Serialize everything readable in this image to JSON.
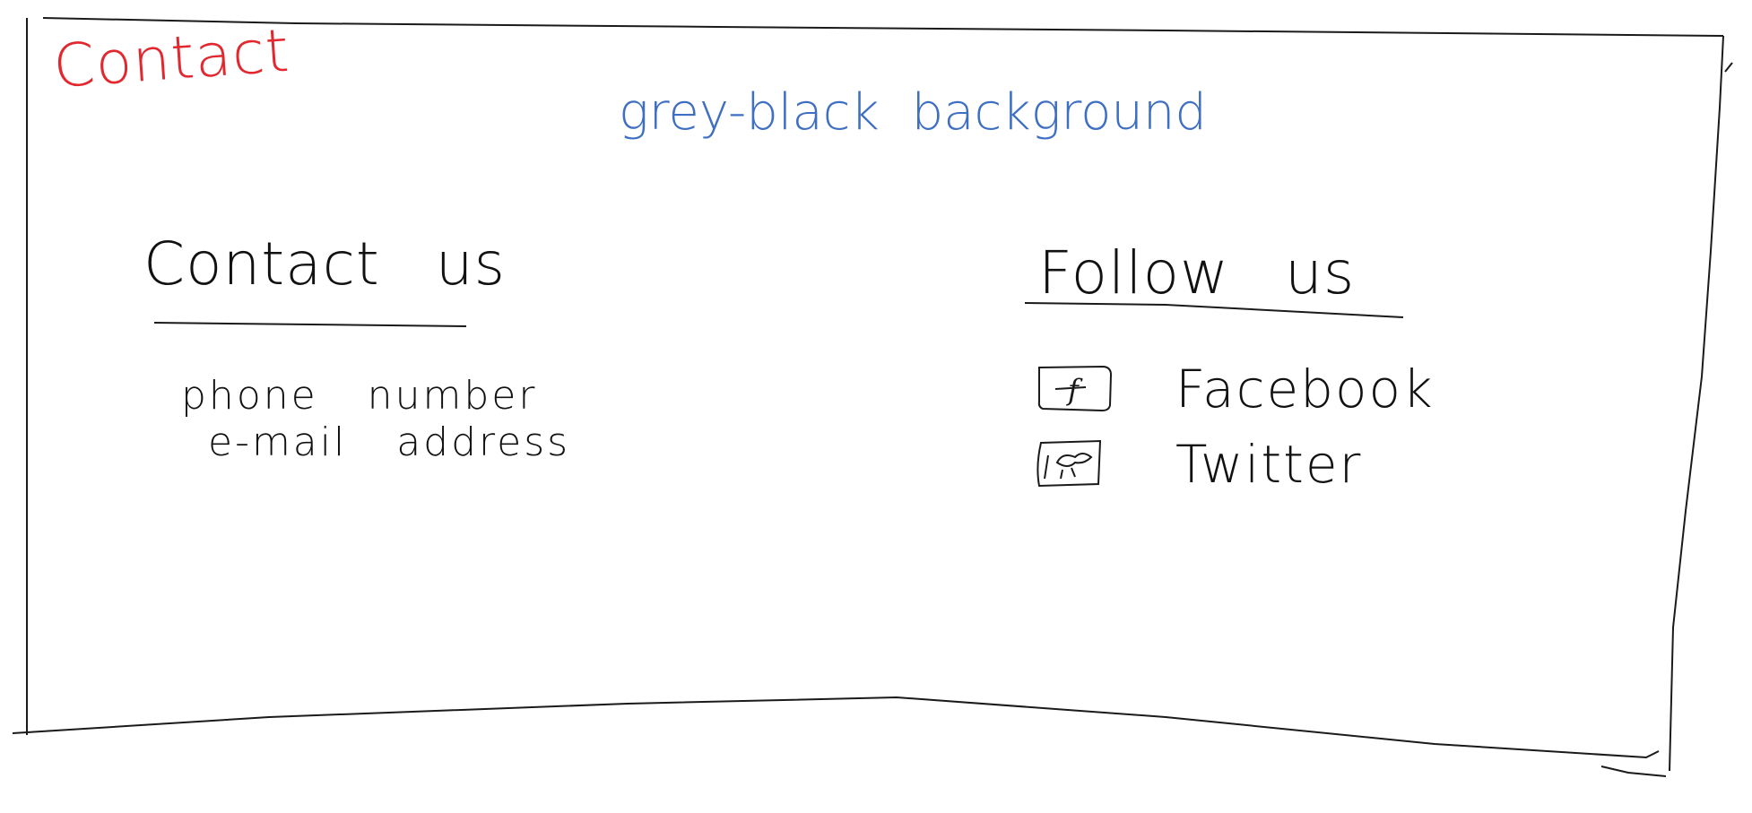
{
  "page": {
    "label": "Contact",
    "background_note": "grey-black background"
  },
  "contact": {
    "title": "Contact us",
    "phone": "phone number",
    "email": "e-mail address"
  },
  "follow": {
    "title": "Follow us",
    "links": [
      {
        "label": "Facebook",
        "icon": "facebook-icon",
        "glyph": "f"
      },
      {
        "label": "Twitter",
        "icon": "twitter-bird-icon"
      }
    ]
  },
  "colors": {
    "page_label": "#e3272e",
    "note": "#3e6fc2",
    "ink": "#111111"
  }
}
